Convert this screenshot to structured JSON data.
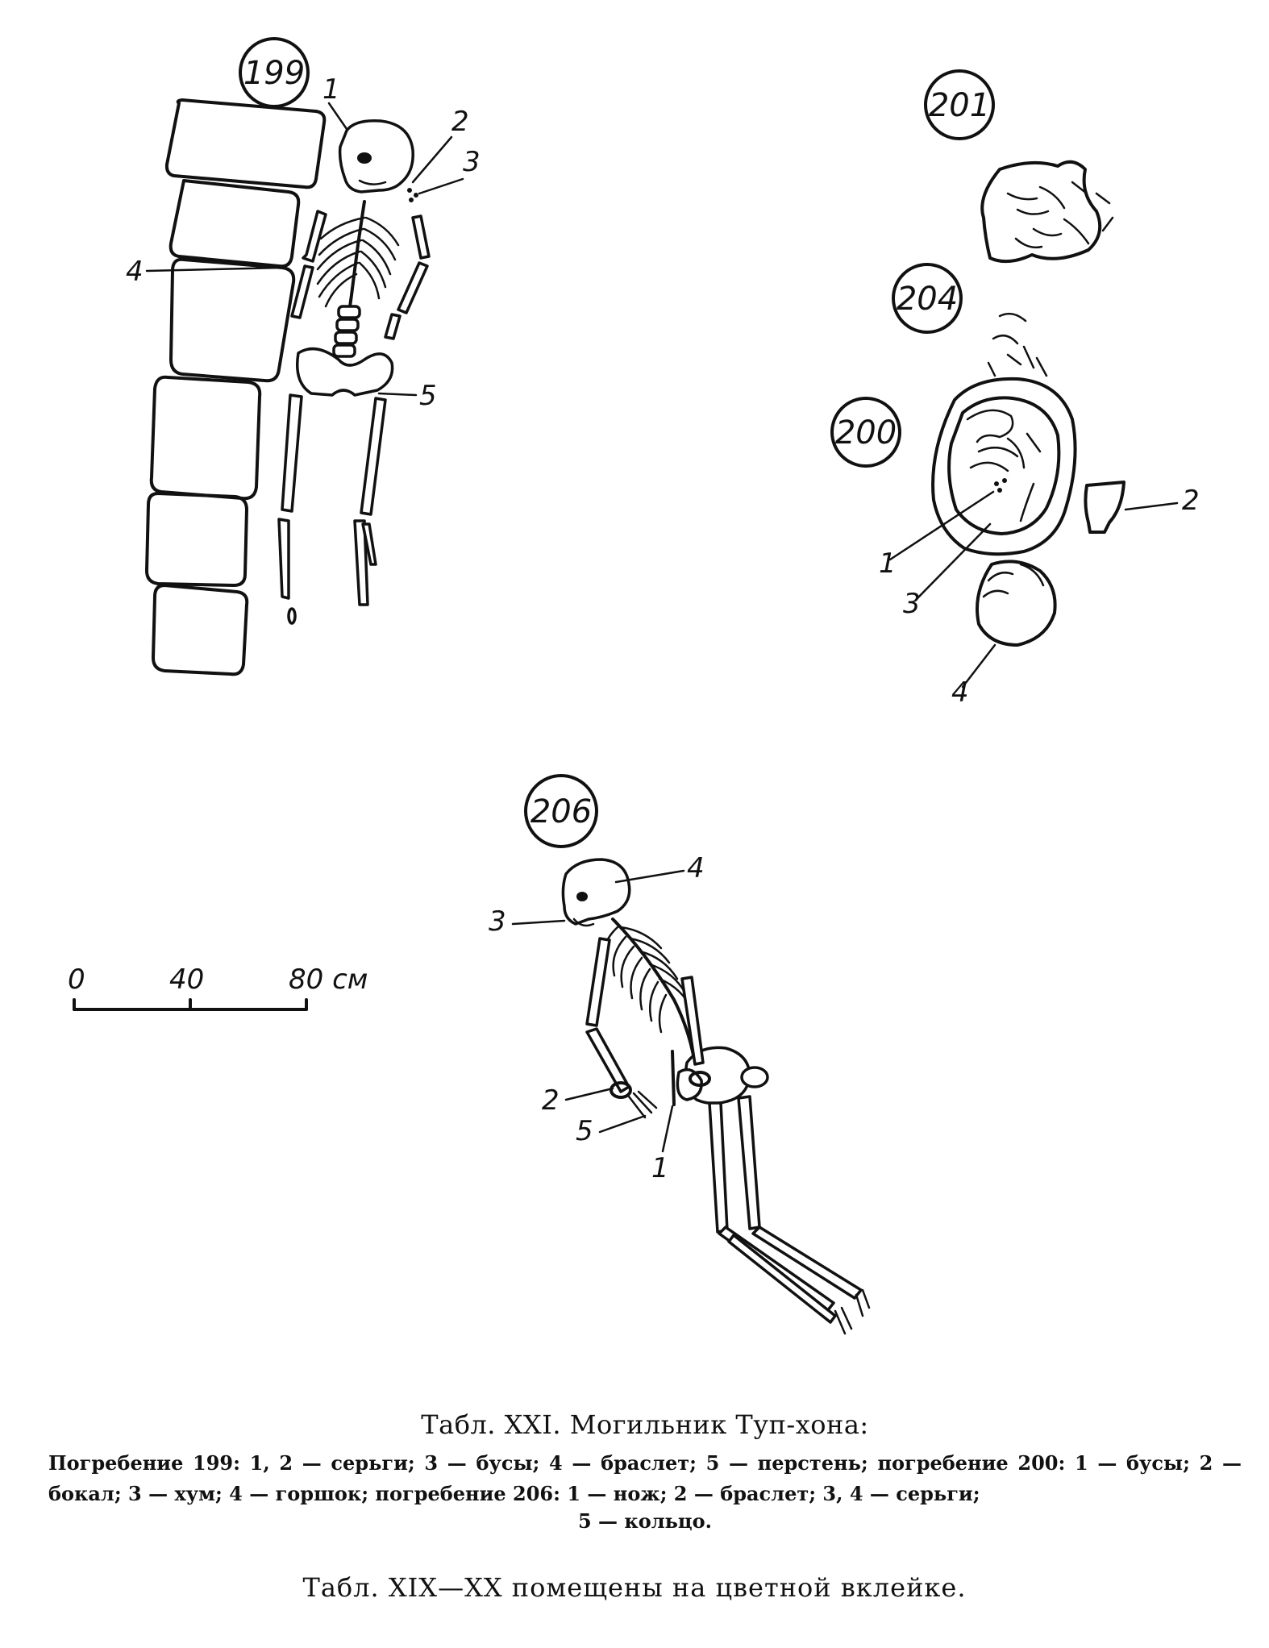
{
  "burials": {
    "b199": {
      "number": "199",
      "labels": [
        "1",
        "2",
        "3",
        "4",
        "5"
      ]
    },
    "b201": {
      "number": "201"
    },
    "b204": {
      "number": "204"
    },
    "b200": {
      "number": "200",
      "labels": [
        "1",
        "2",
        "3",
        "4"
      ]
    },
    "b206": {
      "number": "206",
      "labels": [
        "1",
        "2",
        "3",
        "4",
        "5"
      ]
    }
  },
  "scale": {
    "ticks": [
      "0",
      "40",
      "80 см"
    ]
  },
  "caption": {
    "title": "Табл. XXI. Могильник Туп-хона:",
    "line1": "Погребение 199: 1, 2 — серьги; 3 — бусы; 4 — браслет; 5 — перстень; погребение 200: 1 — бусы; 2 — бокал; 3 — хум; 4 — горшок; погребение 206: 1 — нож; 2 — браслет; 3, 4 — серьги;",
    "line2": "5 — кольцо."
  },
  "footer": "Табл. XIX—XX помещены на цветной вклейке."
}
